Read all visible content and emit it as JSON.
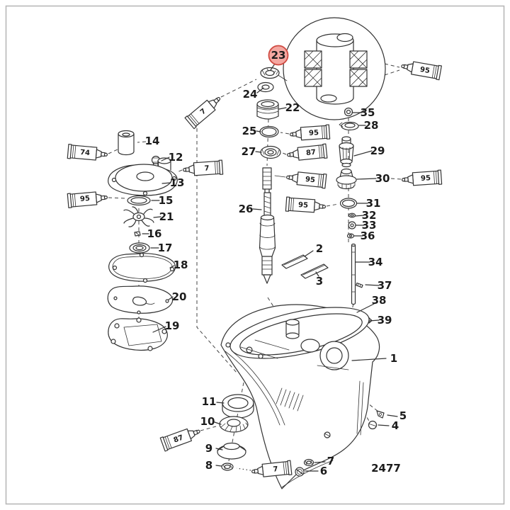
{
  "diagram": {
    "number": "2477",
    "line_color": "#333333",
    "background": "#ffffff",
    "frame_color": "#b5b5b5"
  },
  "highlight": {
    "highlighted_part": "23",
    "fill": "#f4a7a1",
    "stroke": "#cf4a41",
    "text_color": "#bf3a33"
  },
  "callouts": {
    "p1": {
      "label": "1"
    },
    "p2": {
      "label": "2"
    },
    "p3": {
      "label": "3"
    },
    "p4": {
      "label": "4"
    },
    "p5": {
      "label": "5"
    },
    "p6": {
      "label": "6"
    },
    "p7": {
      "label": "7"
    },
    "p8": {
      "label": "8"
    },
    "p9": {
      "label": "9"
    },
    "p10": {
      "label": "10"
    },
    "p11": {
      "label": "11"
    },
    "p12": {
      "label": "12"
    },
    "p13": {
      "label": "13"
    },
    "p14": {
      "label": "14"
    },
    "p15": {
      "label": "15"
    },
    "p16": {
      "label": "16"
    },
    "p17": {
      "label": "17"
    },
    "p18": {
      "label": "18"
    },
    "p19": {
      "label": "19"
    },
    "p20": {
      "label": "20"
    },
    "p21": {
      "label": "21"
    },
    "p22": {
      "label": "22"
    },
    "p23": {
      "label": "23"
    },
    "p24": {
      "label": "24"
    },
    "p25": {
      "label": "25"
    },
    "p26": {
      "label": "26"
    },
    "p27": {
      "label": "27"
    },
    "p28": {
      "label": "28"
    },
    "p29": {
      "label": "29"
    },
    "p30": {
      "label": "30"
    },
    "p31": {
      "label": "31"
    },
    "p32": {
      "label": "32"
    },
    "p33": {
      "label": "33"
    },
    "p34": {
      "label": "34"
    },
    "p35": {
      "label": "35"
    },
    "p36": {
      "label": "36"
    },
    "p37": {
      "label": "37"
    },
    "p38": {
      "label": "38"
    },
    "p39": {
      "label": "39"
    }
  },
  "tubes": {
    "t0": {
      "label": "7"
    },
    "t1": {
      "label": "95"
    },
    "t2": {
      "label": "95"
    },
    "t3": {
      "label": "87"
    },
    "t4": {
      "label": "74"
    },
    "t5": {
      "label": "7"
    },
    "t6": {
      "label": "95"
    },
    "t7": {
      "label": "95"
    },
    "t8": {
      "label": "95"
    },
    "t9": {
      "label": "95"
    },
    "t10": {
      "label": "87"
    },
    "t11": {
      "label": "7"
    }
  }
}
